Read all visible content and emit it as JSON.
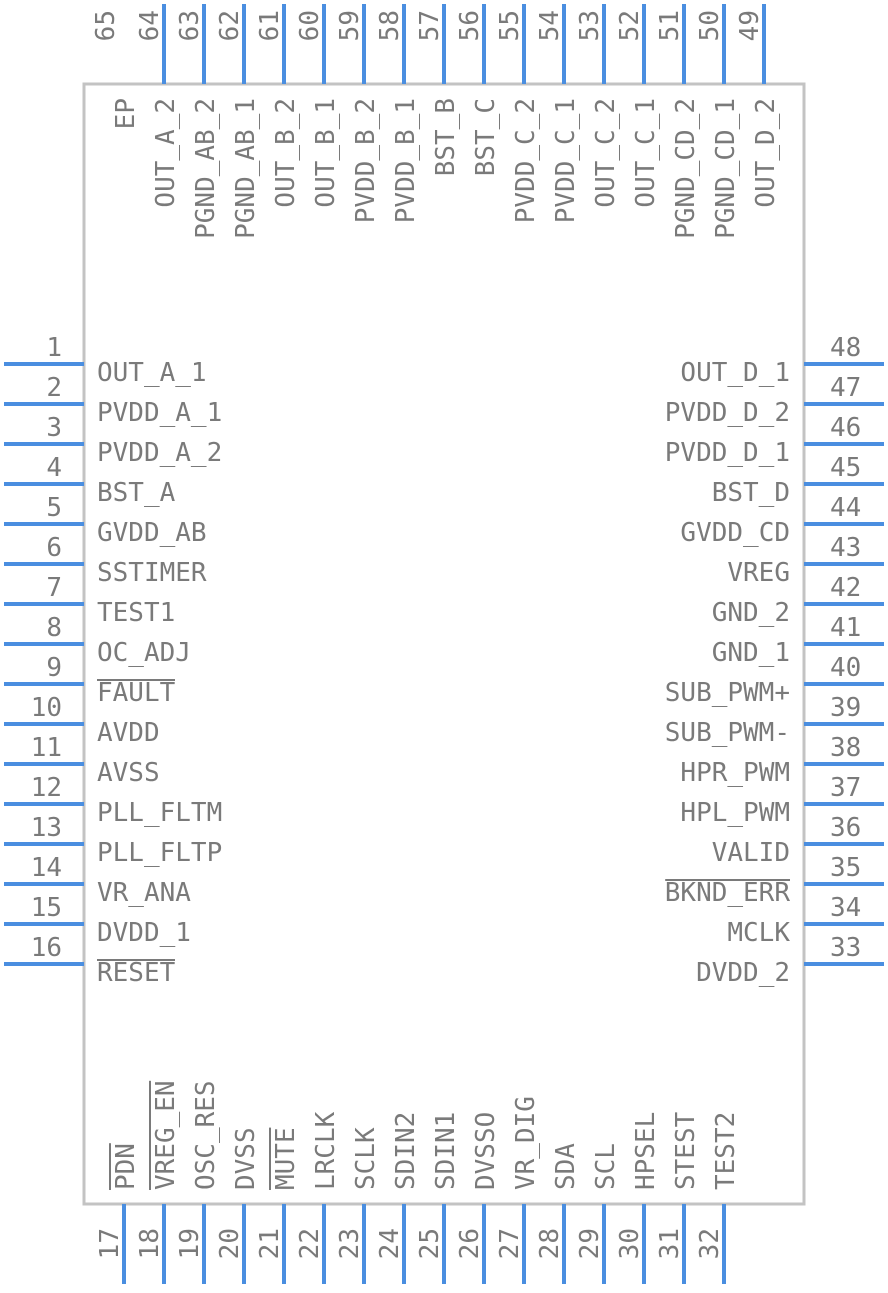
{
  "colors": {
    "body": "#c3c3c3",
    "pin": "#4a8ee0",
    "text": "#7a7a7a",
    "background": "#ffffff"
  },
  "left_pins": [
    {
      "num": "1",
      "label": "OUT_A_1"
    },
    {
      "num": "2",
      "label": "PVDD_A_1"
    },
    {
      "num": "3",
      "label": "PVDD_A_2"
    },
    {
      "num": "4",
      "label": "BST_A"
    },
    {
      "num": "5",
      "label": "GVDD_AB"
    },
    {
      "num": "6",
      "label": "SSTIMER"
    },
    {
      "num": "7",
      "label": "TEST1"
    },
    {
      "num": "8",
      "label": "OC_ADJ"
    },
    {
      "num": "9",
      "label": "FAULT",
      "overline": true
    },
    {
      "num": "10",
      "label": "AVDD"
    },
    {
      "num": "11",
      "label": "AVSS"
    },
    {
      "num": "12",
      "label": "PLL_FLTM"
    },
    {
      "num": "13",
      "label": "PLL_FLTP"
    },
    {
      "num": "14",
      "label": "VR_ANA"
    },
    {
      "num": "15",
      "label": "DVDD_1"
    },
    {
      "num": "16",
      "label": "RESET",
      "overline": true
    }
  ],
  "right_pins": [
    {
      "num": "48",
      "label": "OUT_D_1"
    },
    {
      "num": "47",
      "label": "PVDD_D_2"
    },
    {
      "num": "46",
      "label": "PVDD_D_1"
    },
    {
      "num": "45",
      "label": "BST_D"
    },
    {
      "num": "44",
      "label": "GVDD_CD"
    },
    {
      "num": "43",
      "label": "VREG"
    },
    {
      "num": "42",
      "label": "GND_2"
    },
    {
      "num": "41",
      "label": "GND_1"
    },
    {
      "num": "40",
      "label": "SUB_PWM+"
    },
    {
      "num": "39",
      "label": "SUB_PWM-"
    },
    {
      "num": "38",
      "label": "HPR_PWM"
    },
    {
      "num": "37",
      "label": "HPL_PWM"
    },
    {
      "num": "36",
      "label": "VALID"
    },
    {
      "num": "35",
      "label": "BKND_ERR",
      "overline": true
    },
    {
      "num": "34",
      "label": "MCLK"
    },
    {
      "num": "33",
      "label": "DVDD_2"
    }
  ],
  "bottom_pins": [
    {
      "num": "17",
      "label": "PDN",
      "overline": true
    },
    {
      "num": "18",
      "label": "VREG_EN",
      "overline": true
    },
    {
      "num": "19",
      "label": "OSC_RES"
    },
    {
      "num": "20",
      "label": "DVSS"
    },
    {
      "num": "21",
      "label": "MUTE",
      "overline": true
    },
    {
      "num": "22",
      "label": "LRCLK"
    },
    {
      "num": "23",
      "label": "SCLK"
    },
    {
      "num": "24",
      "label": "SDIN2"
    },
    {
      "num": "25",
      "label": "SDIN1"
    },
    {
      "num": "26",
      "label": "DVSSO"
    },
    {
      "num": "27",
      "label": "VR_DIG"
    },
    {
      "num": "28",
      "label": "SDA"
    },
    {
      "num": "29",
      "label": "SCL"
    },
    {
      "num": "30",
      "label": "HPSEL"
    },
    {
      "num": "31",
      "label": "STEST"
    },
    {
      "num": "32",
      "label": "TEST2"
    }
  ],
  "top_pins": [
    {
      "num": "65",
      "label": "EP"
    },
    {
      "num": "64",
      "label": "OUT_A_2"
    },
    {
      "num": "63",
      "label": "PGND_AB_2"
    },
    {
      "num": "62",
      "label": "PGND_AB_1"
    },
    {
      "num": "61",
      "label": "OUT_B_2"
    },
    {
      "num": "60",
      "label": "OUT_B_1"
    },
    {
      "num": "59",
      "label": "PVDD_B_2"
    },
    {
      "num": "58",
      "label": "PVDD_B_1"
    },
    {
      "num": "57",
      "label": "BST_B"
    },
    {
      "num": "56",
      "label": "BST_C"
    },
    {
      "num": "55",
      "label": "PVDD_C_2"
    },
    {
      "num": "54",
      "label": "PVDD_C_1"
    },
    {
      "num": "53",
      "label": "OUT_C_2"
    },
    {
      "num": "52",
      "label": "OUT_C_1"
    },
    {
      "num": "51",
      "label": "PGND_CD_2"
    },
    {
      "num": "50",
      "label": "PGND_CD_1"
    },
    {
      "num": "49",
      "label": "OUT_D_2"
    }
  ]
}
